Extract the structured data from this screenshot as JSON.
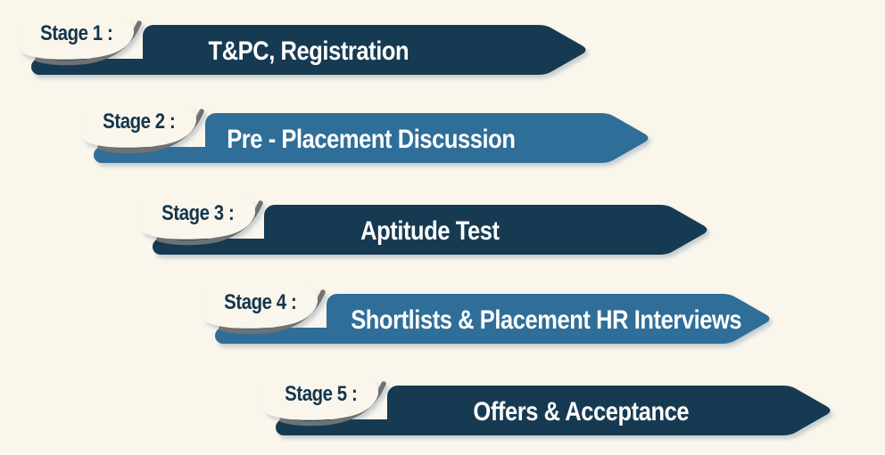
{
  "diagram": {
    "description_key": "placement-process-stages",
    "stage_count": 5
  },
  "colors": {
    "dark_navy": "#163A51",
    "steel_blue": "#2F6E98",
    "background": "#FAF6EC",
    "swoosh_gray": "#6F7173",
    "label_text": "#14364D",
    "banner_text": "#FFFFFF"
  },
  "stages": [
    {
      "stage_label": "Stage 1 :",
      "title": "T&PC, Registration",
      "tone": "dark"
    },
    {
      "stage_label": "Stage 2 :",
      "title": "Pre - Placement Discussion",
      "tone": "light"
    },
    {
      "stage_label": "Stage 3 :",
      "title": "Aptitude Test",
      "tone": "dark"
    },
    {
      "stage_label": "Stage 4 :",
      "title": "Shortlists & Placement HR Interviews",
      "tone": "light"
    },
    {
      "stage_label": "Stage 5 :",
      "title": "Offers & Acceptance",
      "tone": "dark"
    }
  ]
}
